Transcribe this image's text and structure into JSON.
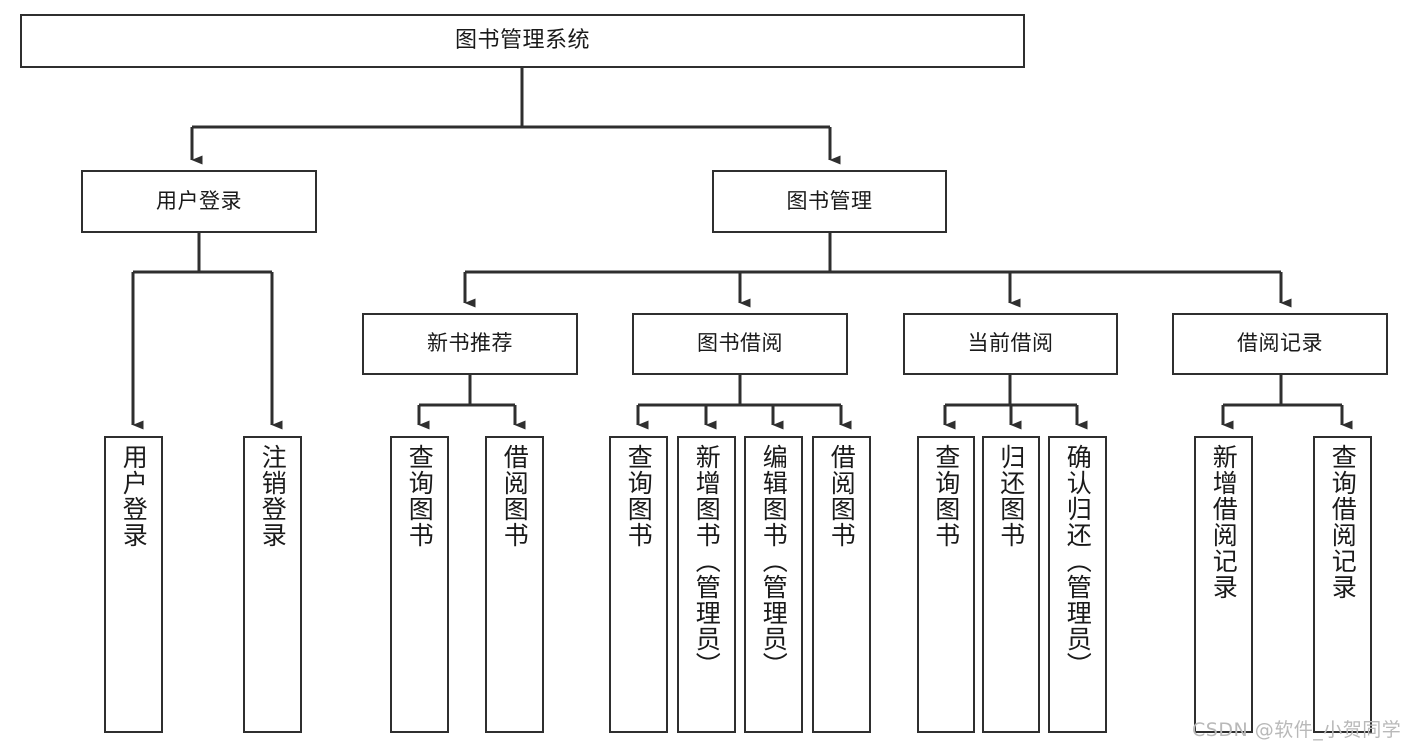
{
  "diagram": {
    "type": "tree-hierarchy",
    "title": "图书管理系统",
    "watermark": "CSDN @软件_小贺同学",
    "colors": {
      "border": "#2f2f2f",
      "background": "#ffffff",
      "text": "#1a1a1a",
      "watermark": "#b9b9b9"
    },
    "nodes": {
      "root": {
        "label": "图书管理系统"
      },
      "level2": [
        {
          "id": "user-login",
          "label": "用户登录"
        },
        {
          "id": "book-management",
          "label": "图书管理"
        }
      ],
      "level3": [
        {
          "id": "new-book-recommend",
          "label": "新书推荐"
        },
        {
          "id": "book-borrow",
          "label": "图书借阅"
        },
        {
          "id": "current-borrow",
          "label": "当前借阅"
        },
        {
          "id": "borrow-record",
          "label": "借阅记录"
        }
      ],
      "leaves": {
        "user_login": [
          {
            "id": "leaf-user-login",
            "label": "用户登录"
          },
          {
            "id": "leaf-logout",
            "label": "注销登录"
          }
        ],
        "new_book_recommend": [
          {
            "id": "leaf-query-book-1",
            "label": "查询图书"
          },
          {
            "id": "leaf-borrow-book-1",
            "label": "借阅图书"
          }
        ],
        "book_borrow": [
          {
            "id": "leaf-query-book-2",
            "label": "查询图书"
          },
          {
            "id": "leaf-add-book",
            "label": "新增图书（管理员）"
          },
          {
            "id": "leaf-edit-book",
            "label": "编辑图书（管理员）"
          },
          {
            "id": "leaf-borrow-book-2",
            "label": "借阅图书"
          }
        ],
        "current_borrow": [
          {
            "id": "leaf-query-book-3",
            "label": "查询图书"
          },
          {
            "id": "leaf-return-book",
            "label": "归还图书"
          },
          {
            "id": "leaf-confirm-return",
            "label": "确认归还（管理员）"
          }
        ],
        "borrow_record": [
          {
            "id": "leaf-add-record",
            "label": "新增借阅记录"
          },
          {
            "id": "leaf-query-record",
            "label": "查询借阅记录"
          }
        ]
      }
    }
  }
}
